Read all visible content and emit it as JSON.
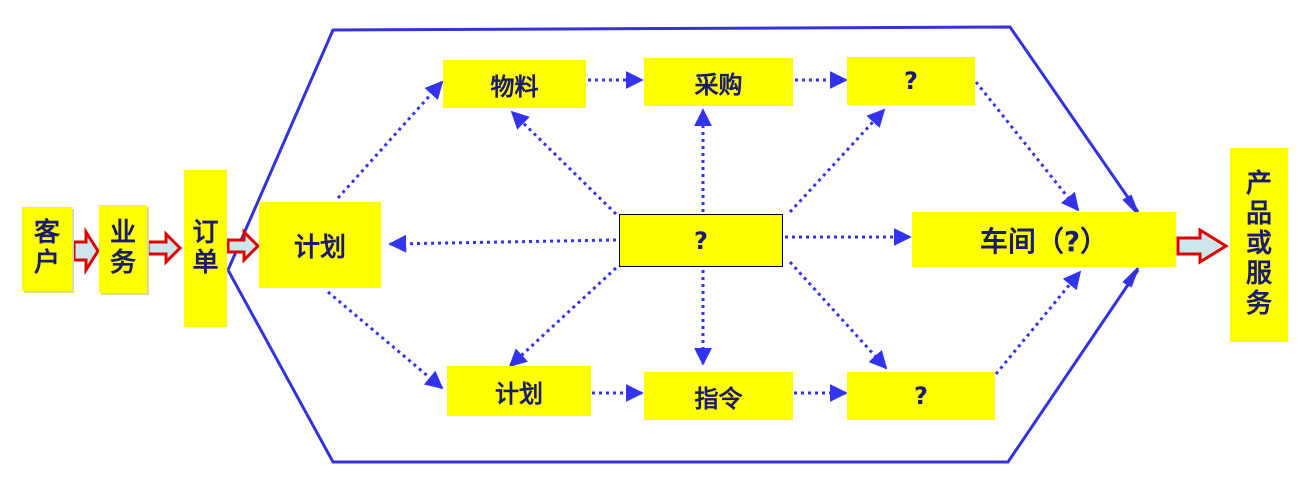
{
  "flow": {
    "customer": [
      "客",
      "户"
    ],
    "business": [
      "业",
      "务"
    ],
    "order": [
      "订",
      "单"
    ],
    "product": [
      "产",
      "品",
      "或",
      "服",
      "务"
    ]
  },
  "nodes": {
    "plan_main": "计划",
    "center": "?",
    "material": "物料",
    "purchase": "采购",
    "top_unknown": "?",
    "plan_bottom": "计划",
    "instruction": "指令",
    "bottom_unknown": "?",
    "workshop": "车间（?）"
  },
  "colors": {
    "box_fill": "#ffff00",
    "text": "#1a1a6e",
    "hex_outline": "#3333dd",
    "dotted_arrow": "#3333ee",
    "flow_arrow_stroke": "#dd0000",
    "flow_arrow_fill": "#cce6ec"
  }
}
